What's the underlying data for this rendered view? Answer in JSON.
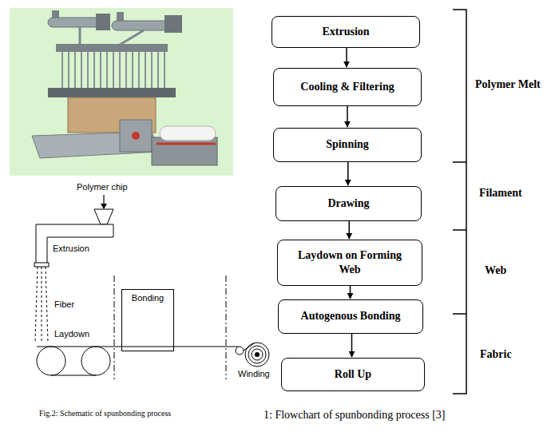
{
  "diagram": {
    "caption": "1: Flowchart of spunbonding process [3]",
    "nodes": [
      {
        "text": [
          "Extrusion"
        ]
      },
      {
        "text": [
          "Cooling & Filtering"
        ]
      },
      {
        "text": [
          "Spinning"
        ]
      },
      {
        "text": [
          "Drawing"
        ]
      },
      {
        "text": [
          "Laydown on Forming Web"
        ]
      },
      {
        "text": [
          "Autogenous Bonding"
        ]
      },
      {
        "text": [
          "Roll Up"
        ]
      },
      {
        "text": [
          "Bonding"
        ]
      }
    ],
    "edges": [
      {
        "from": 0,
        "to": 1,
        "arrow": "to"
      },
      {
        "from": 1,
        "to": 2,
        "arrow": "to"
      },
      {
        "from": 2,
        "to": 3,
        "arrow": "to"
      },
      {
        "from": 3,
        "to": 4,
        "arrow": "to"
      },
      {
        "from": 4,
        "to": 5,
        "arrow": "to"
      },
      {
        "from": 5,
        "to": 6,
        "arrow": "to"
      }
    ],
    "labels": [
      "Polymer Melt",
      "Filament",
      "Web",
      "Fabric",
      "Polymer chip",
      "Extrusion",
      "Fiber",
      "Laydown",
      "Winding",
      "Fig.2: Schematic of spunbonding process"
    ]
  }
}
